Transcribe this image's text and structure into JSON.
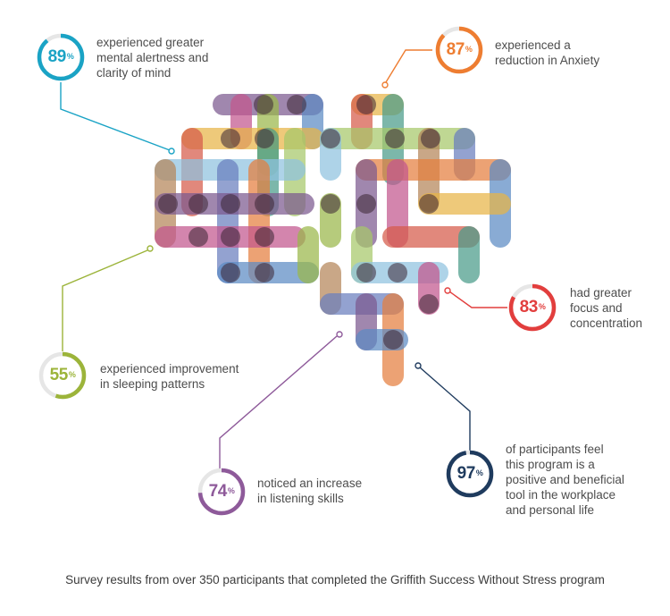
{
  "stats": [
    {
      "id": "alertness",
      "value": "89",
      "unit": "%",
      "color": "#1aa3c5",
      "level": 0.89,
      "text": [
        "experienced greater",
        "mental alertness and",
        "clarity of mind"
      ]
    },
    {
      "id": "anxiety",
      "value": "87",
      "unit": "%",
      "color": "#ee7d31",
      "level": 0.87,
      "text": [
        "experienced a",
        "reduction in Anxiety"
      ]
    },
    {
      "id": "focus",
      "value": "83",
      "unit": "%",
      "color": "#e23e3d",
      "level": 0.83,
      "text": [
        "had greater",
        "focus and",
        "concentration"
      ]
    },
    {
      "id": "sleep",
      "value": "55",
      "unit": "%",
      "color": "#9cb43a",
      "level": 0.55,
      "text": [
        "experienced improvement",
        "in sleeping patterns"
      ]
    },
    {
      "id": "listening",
      "value": "74",
      "unit": "%",
      "color": "#8e5a9a",
      "level": 0.74,
      "text": [
        "noticed an increase",
        "in listening skills"
      ]
    },
    {
      "id": "workplace",
      "value": "97",
      "unit": "%",
      "color": "#1f3b5e",
      "level": 0.97,
      "text": [
        "of participants feel",
        "this program is a",
        "positive and beneficial",
        "tool in the workplace",
        "and personal life"
      ]
    }
  ],
  "footer": "Survey results from over 350 participants that completed the Griffith Success Without Stress program"
}
